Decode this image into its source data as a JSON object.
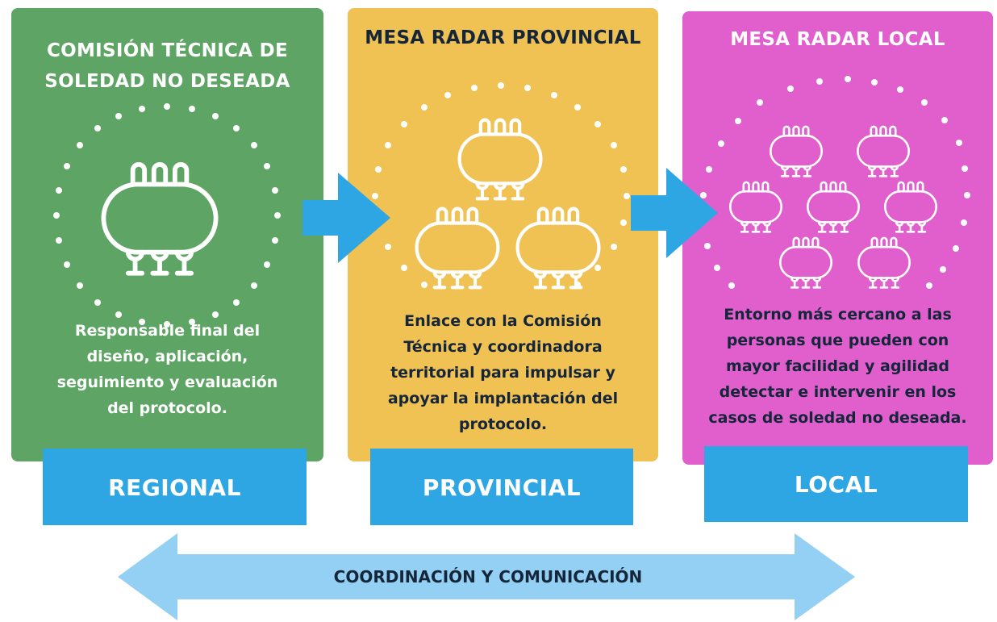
{
  "colors": {
    "regional": "#5ea565",
    "provincial": "#f0c253",
    "local": "#e05fcd",
    "level_bar": "#2ea6e4",
    "arrow": "#2ea6e4",
    "bottom_arrow": "#94d0f3"
  },
  "icons": [
    "meeting-table-icon",
    "right-arrow-icon",
    "double-arrow-icon"
  ],
  "panels": [
    {
      "id": "regional",
      "title": "COMISIÓN TÉCNICA DE\nSOLEDAD NO DESEADA",
      "description": "Responsable final del\ndiseño, aplicación,\nseguimiento y evaluación\ndel protocolo.",
      "level": "REGIONAL",
      "table_count": 1
    },
    {
      "id": "provincial",
      "title": "MESA RADAR PROVINCIAL",
      "description": "Enlace con la Comisión\nTécnica y coordinadora\nterritorial para impulsar y\napoyar la implantación del\nprotocolo.",
      "level": "PROVINCIAL",
      "table_count": 3
    },
    {
      "id": "local",
      "title": "MESA RADAR LOCAL",
      "description": "Entorno más cercano a las\npersonas que pueden con\nmayor facilidad y agilidad\ndetectar e intervenir en los\ncasos de soledad no deseada.",
      "level": "LOCAL",
      "table_count": 7
    }
  ],
  "bottom_arrow": {
    "label": "COORDINACIÓN Y COMUNICACIÓN"
  }
}
